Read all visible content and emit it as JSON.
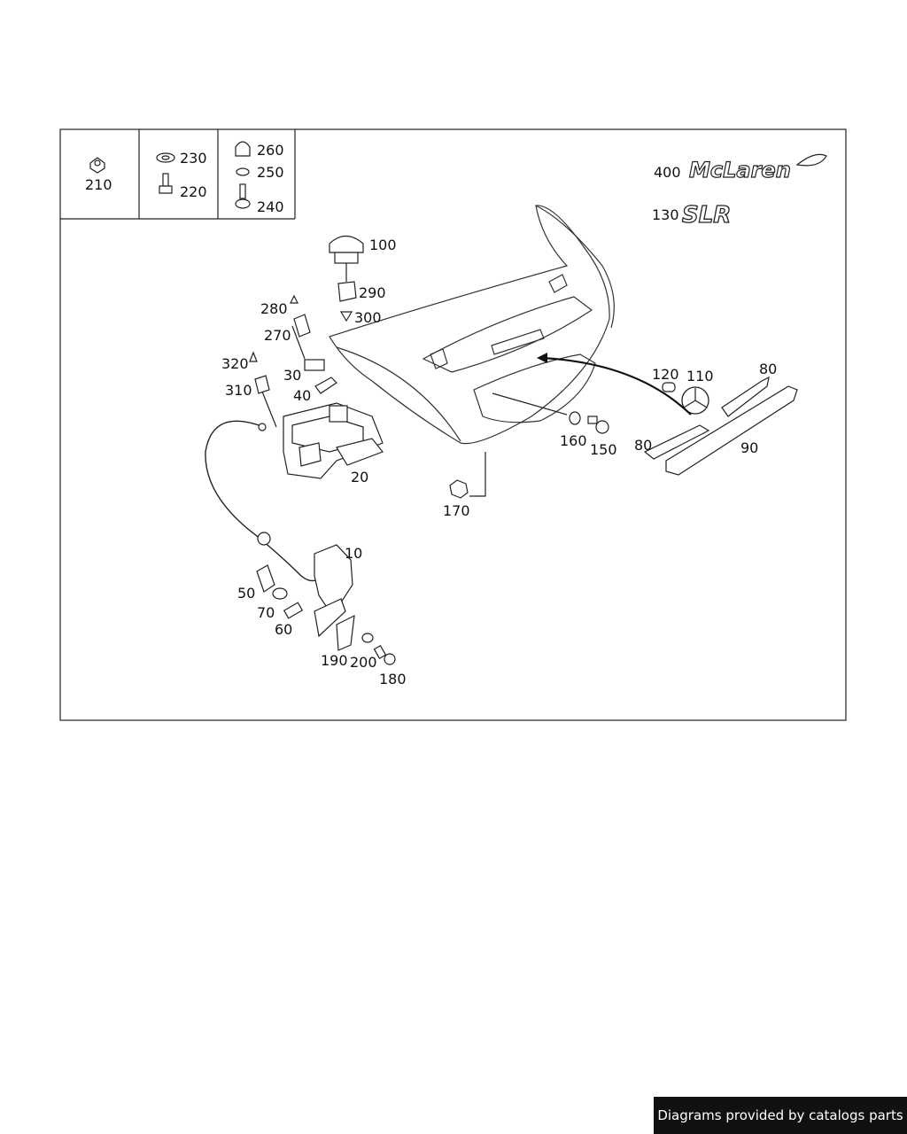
{
  "labels": {
    "p10": "10",
    "p20": "20",
    "p30": "30",
    "p40": "40",
    "p50": "50",
    "p60": "60",
    "p70": "70",
    "p80a": "80",
    "p80b": "80",
    "p90": "90",
    "p100": "100",
    "p110": "110",
    "p120": "120",
    "p130": "130",
    "p150": "150",
    "p160": "160",
    "p170": "170",
    "p180": "180",
    "p190": "190",
    "p200": "200",
    "p210": "210",
    "p220": "220",
    "p230": "230",
    "p240": "240",
    "p250": "250",
    "p260": "260",
    "p270": "270",
    "p280": "280",
    "p290": "290",
    "p300": "300",
    "p310": "310",
    "p320": "320",
    "p400": "400"
  },
  "logos": {
    "mclaren": "McLaren",
    "slr": "SLR"
  },
  "footer": {
    "text": "Diagrams provided by catalogs parts"
  }
}
